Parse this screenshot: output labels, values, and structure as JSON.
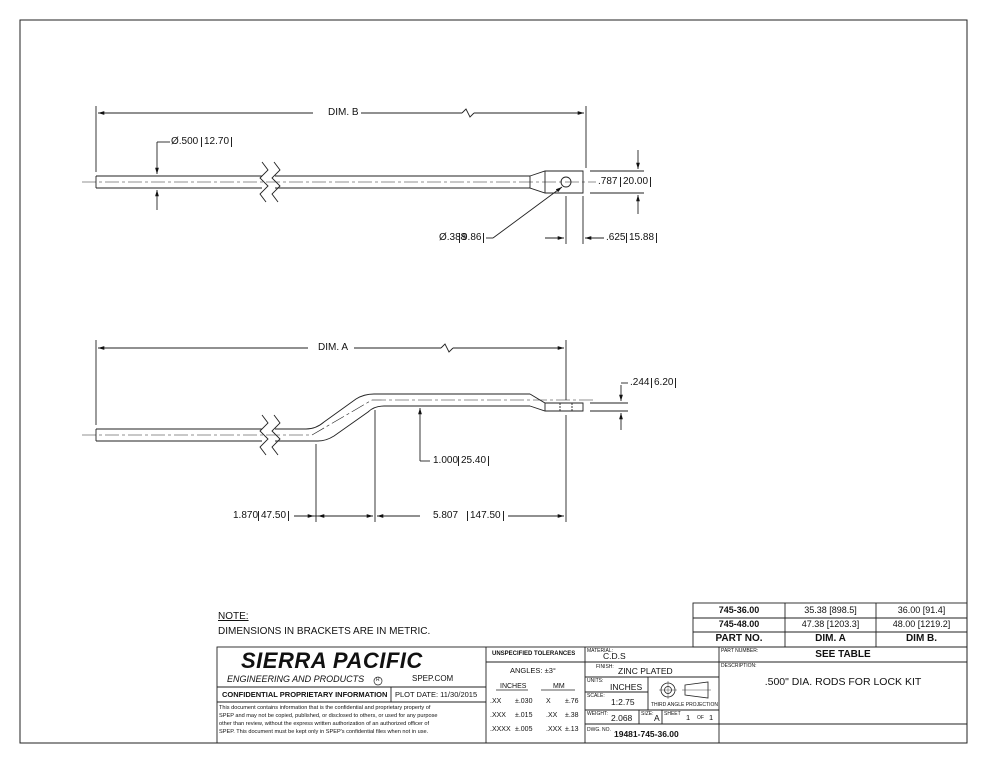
{
  "view_top": {
    "dim_b": "DIM. B",
    "dia_in": "Ø.500",
    "dia_mm": "12.70",
    "height_in": ".787",
    "height_mm": "20.00",
    "hole_in": "Ø.388",
    "hole_mm": "9.86",
    "end_in": ".625",
    "end_mm": "15.88"
  },
  "view_bottom": {
    "dim_a": "DIM. A",
    "thick_in": ".244",
    "thick_mm": "6.20",
    "offset_in": "1.000",
    "offset_mm": "25.40",
    "len1_in": "1.870",
    "len1_mm": "47.50",
    "len2_in": "5.807",
    "len2_mm": "147.50"
  },
  "notes": {
    "title": "NOTE:",
    "text": "DIMENSIONS IN BRACKETS ARE IN METRIC."
  },
  "part_table": {
    "rows": [
      {
        "part": "745-36.00",
        "dim_a": "35.38 [898.5]",
        "dim_b": "36.00 [91.4]"
      },
      {
        "part": "745-48.00",
        "dim_a": "47.38 [1203.3]",
        "dim_b": "48.00 [1219.2]"
      }
    ],
    "headers": {
      "part": "PART NO.",
      "dim_a": "DIM. A",
      "dim_b": "DIM B."
    }
  },
  "title_block": {
    "company": "SIERRA PACIFIC",
    "company_sub": "ENGINEERING AND PRODUCTS",
    "registered": "R",
    "website": "SPEP.COM",
    "confidential": "CONFIDENTIAL PROPRIETARY INFORMATION",
    "plot_date": "PLOT DATE: 11/30/2015",
    "disclaimer_lines": [
      "This document contains information that is the confidential and proprietary property of",
      "SPEP and may not be copied, published, or disclosed to others, or used for any purpose",
      "other than review, without the express written authorization of an authorized officer of",
      "SPEP. This document must be kept only in SPEP's confidential files when not in use."
    ],
    "tolerances": {
      "title": "UNSPECIFIED TOLERANCES",
      "angles": "ANGLES: ±3°",
      "inches_header": "INCHES",
      "mm_header": "MM",
      "rows": [
        {
          "in_fmt": ".XX",
          "in_tol": "±.030",
          "mm_fmt": "X",
          "mm_tol": "±.76"
        },
        {
          "in_fmt": ".XXX",
          "in_tol": "±.015",
          "mm_fmt": ".XX",
          "mm_tol": "±.38"
        },
        {
          "in_fmt": ".XXXX",
          "in_tol": "±.005",
          "mm_fmt": ".XXX",
          "mm_tol": "±.13"
        }
      ]
    },
    "material_label": "MATERIAL:",
    "material": "C.D.S",
    "finish_label": "FINISH:",
    "finish": "ZINC PLATED",
    "units_label": "UNITS:",
    "units": "INCHES",
    "projection": "THIRD ANGLE PROJECTION",
    "scale_label": "SCALE:",
    "scale": "1:2.75",
    "weight_label": "WEIGHT:",
    "weight": "2.068",
    "size_label": "SIZE:",
    "size": "A",
    "sheet_label": "SHEET",
    "sheet": "1",
    "of_label": "OF",
    "sheet_total": "1",
    "dwg_label": "DWG. NO.",
    "dwg": "19481-745-36.00",
    "part_number_label": "PART NUMBER:",
    "part_number": "SEE TABLE",
    "description_label": "DESCRIPTION:",
    "description": ".500\" DIA. RODS FOR LOCK KIT"
  }
}
